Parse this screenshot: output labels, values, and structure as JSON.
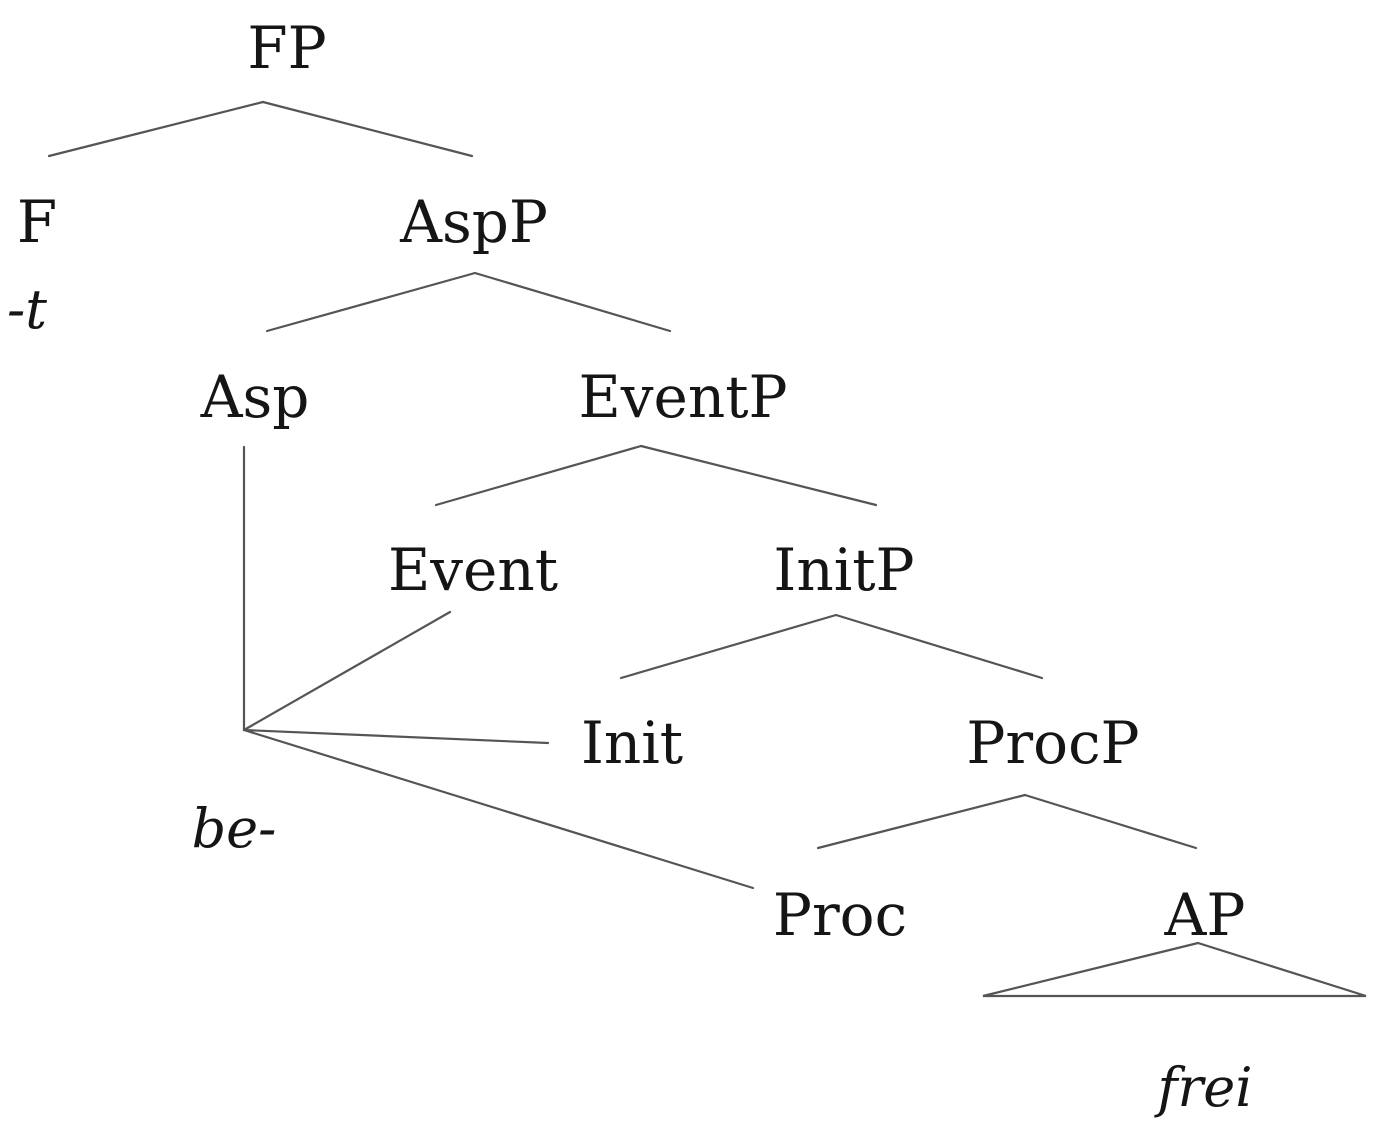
{
  "nodes": {
    "fp": "FP",
    "f": "F",
    "aspp": "AspP",
    "asp": "Asp",
    "eventp": "EventP",
    "event": "Event",
    "initp": "InitP",
    "init": "Init",
    "procp": "ProcP",
    "proc": "Proc",
    "ap": "AP"
  },
  "morphemes": {
    "f_exponent": "-t",
    "prefix": "be-",
    "adjective": "frei"
  }
}
